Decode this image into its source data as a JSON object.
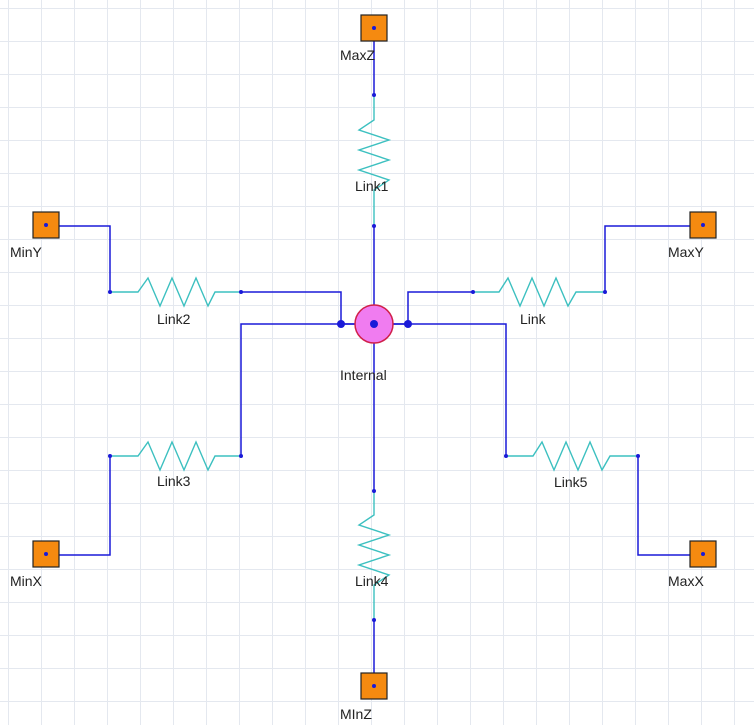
{
  "diagram": {
    "colors": {
      "wire": "#1a1ad8",
      "spring": "#3cc0c0",
      "port": "#f58a10",
      "internal_fill": "#f07cf0",
      "internal_stroke": "#d0204a"
    },
    "nodes": {
      "max_z": "MaxZ",
      "min_z": "MInZ",
      "min_y": "MinY",
      "max_y": "MaxY",
      "min_x": "MinX",
      "max_x": "MaxX",
      "internal": "Internal"
    },
    "links": {
      "link1": "Link1",
      "link2": "Link2",
      "link": "Link",
      "link3": "Link3",
      "link5": "Link5",
      "link4": "Link4"
    }
  }
}
